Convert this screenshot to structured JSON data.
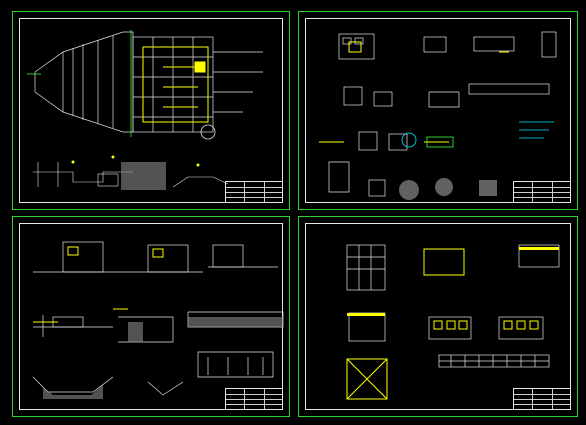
{
  "canvas_background": "#000000",
  "colors": {
    "border": "#2fd12f",
    "line": "#e6e6e6",
    "accent_yellow": "#ffff00",
    "accent_cyan": "#00e5ff",
    "accent_green": "#33ff33"
  },
  "sheets": [
    {
      "id": "sheet-1",
      "name": "sheet-top-left",
      "title_block": ""
    },
    {
      "id": "sheet-2",
      "name": "sheet-top-right",
      "title_block": ""
    },
    {
      "id": "sheet-3",
      "name": "sheet-bottom-left",
      "title_block": ""
    },
    {
      "id": "sheet-4",
      "name": "sheet-bottom-right",
      "title_block": ""
    }
  ]
}
